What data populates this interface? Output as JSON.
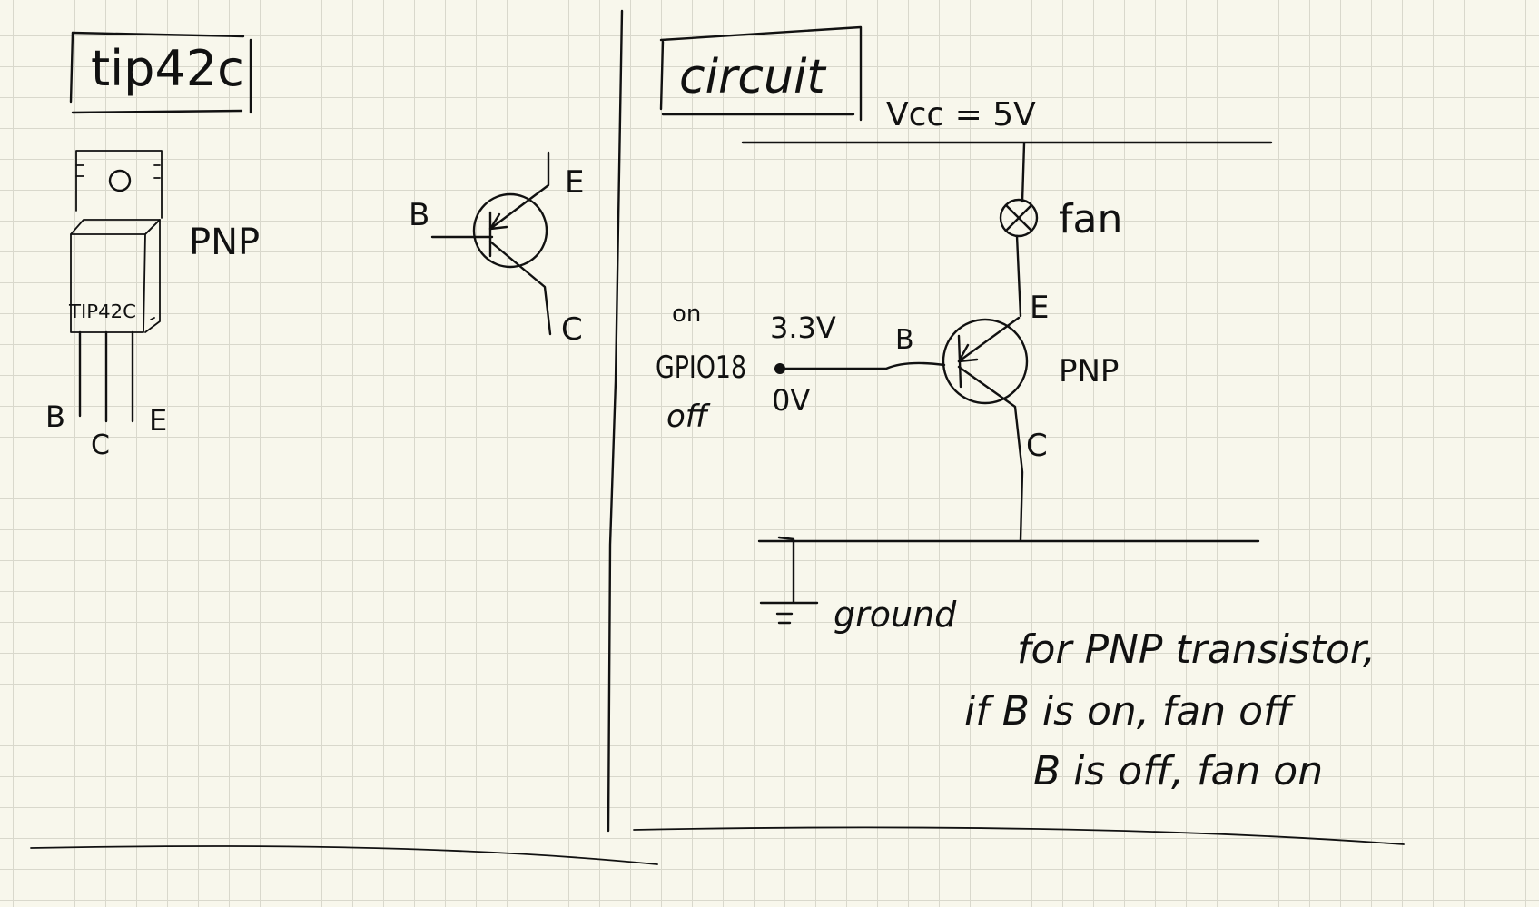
{
  "left_panel": {
    "title": "tip42c",
    "package_label": "TIP42C",
    "type_label": "PNP",
    "pin_b": "B",
    "pin_c": "C",
    "pin_e": "E"
  },
  "symbol": {
    "base": "B",
    "emitter": "E",
    "collector": "C"
  },
  "circuit": {
    "title": "circuit",
    "vcc": "Vcc = 5V",
    "fan": "fan",
    "emitter": "E",
    "base": "B",
    "collector": "C",
    "pnp": "PNP",
    "gpio_on": "on",
    "gpio": "GPIO18",
    "gpio_off": "off",
    "v_high": "3.3V",
    "v_low": "0V",
    "ground": "ground"
  },
  "note": {
    "line1": "for PNP transistor,",
    "line2": "if B is on, fan off",
    "line3": "B is off, fan on"
  }
}
